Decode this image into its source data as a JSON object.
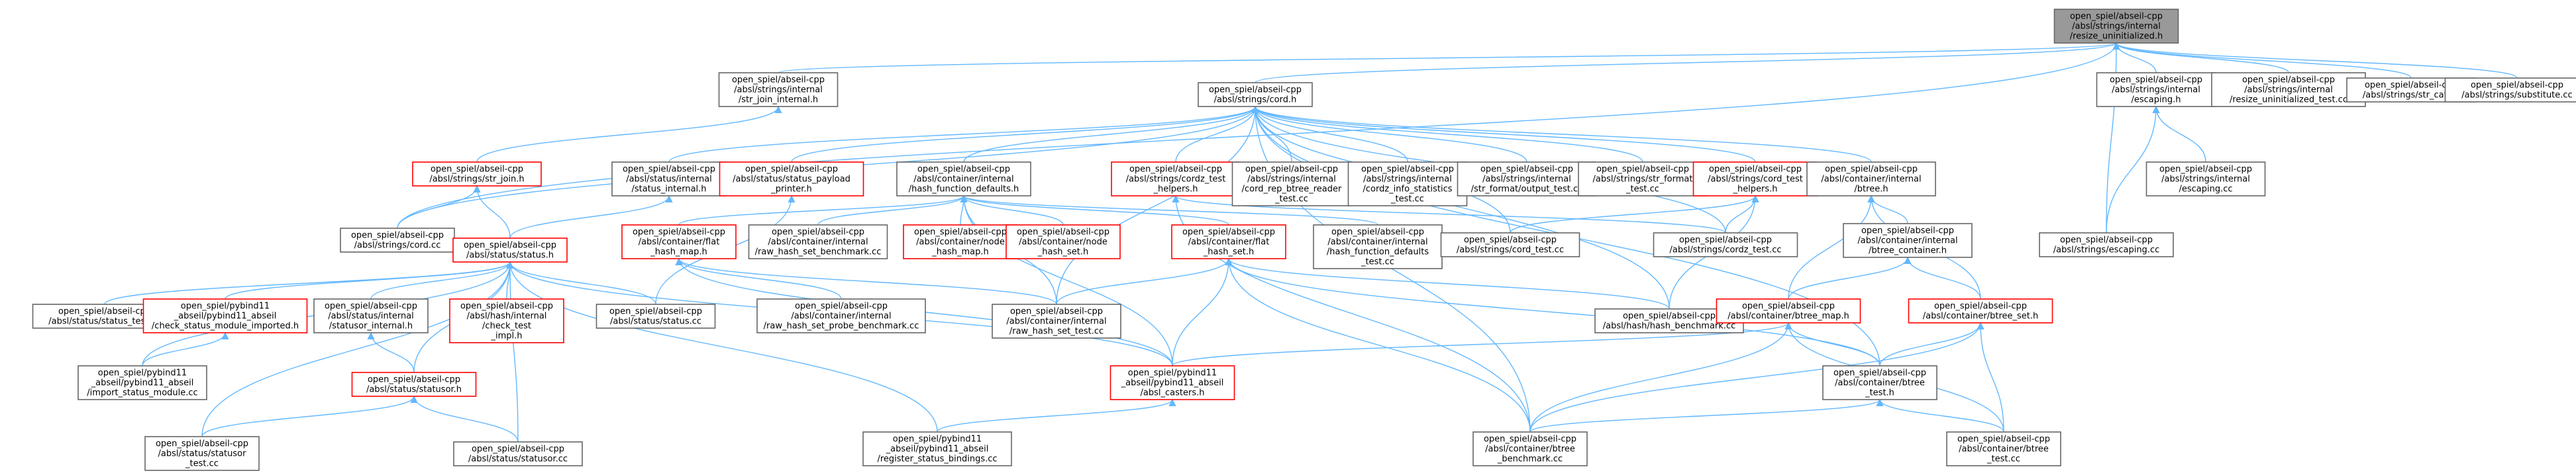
{
  "colors": {
    "edge": "#63b8ff",
    "node_border": "#666666",
    "incomplete_border": "#ff0000",
    "focus_fill": "#999999",
    "background": "#ffffff"
  },
  "nodes": [
    {
      "id": "n0",
      "lines": [
        "open_spiel/abseil-cpp",
        "/absl/strings/internal",
        "/resize_uninitialized.h"
      ],
      "style": "focus"
    },
    {
      "id": "n1",
      "lines": [
        "open_spiel/abseil-cpp",
        "/absl/strings/internal",
        "/str_join_internal.h"
      ],
      "style": "normal"
    },
    {
      "id": "n2",
      "lines": [
        "open_spiel/abseil-cpp",
        "/absl/strings/cord.h"
      ],
      "style": "normal"
    },
    {
      "id": "n3",
      "lines": [
        "open_spiel/abseil-cpp",
        "/absl/strings/internal",
        "/escaping.h"
      ],
      "style": "normal"
    },
    {
      "id": "n4",
      "lines": [
        "open_spiel/abseil-cpp",
        "/absl/strings/internal",
        "/resize_uninitialized_test.cc"
      ],
      "style": "normal"
    },
    {
      "id": "n5",
      "lines": [
        "open_spiel/abseil-cpp",
        "/absl/strings/str_cat.cc"
      ],
      "style": "normal"
    },
    {
      "id": "n6",
      "lines": [
        "open_spiel/abseil-cpp",
        "/absl/strings/substitute.cc"
      ],
      "style": "normal"
    },
    {
      "id": "n7",
      "lines": [
        "open_spiel/abseil-cpp",
        "/absl/strings/str_join.h"
      ],
      "style": "red"
    },
    {
      "id": "n8",
      "lines": [
        "open_spiel/abseil-cpp",
        "/absl/status/internal",
        "/status_internal.h"
      ],
      "style": "normal"
    },
    {
      "id": "n9",
      "lines": [
        "open_spiel/abseil-cpp",
        "/absl/status/status_payload",
        "_printer.h"
      ],
      "style": "red"
    },
    {
      "id": "n10",
      "lines": [
        "open_spiel/abseil-cpp",
        "/absl/container/internal",
        "/hash_function_defaults.h"
      ],
      "style": "normal"
    },
    {
      "id": "n11",
      "lines": [
        "open_spiel/abseil-cpp",
        "/absl/strings/cordz_test",
        "_helpers.h"
      ],
      "style": "red"
    },
    {
      "id": "n12",
      "lines": [
        "open_spiel/abseil-cpp",
        "/absl/strings/internal",
        "/cord_rep_btree_reader",
        "_test.cc"
      ],
      "style": "normal"
    },
    {
      "id": "n13",
      "lines": [
        "open_spiel/abseil-cpp",
        "/absl/strings/internal",
        "/cordz_info_statistics",
        "_test.cc"
      ],
      "style": "normal"
    },
    {
      "id": "n14",
      "lines": [
        "open_spiel/abseil-cpp",
        "/absl/strings/internal",
        "/str_format/output_test.cc"
      ],
      "style": "normal"
    },
    {
      "id": "n15",
      "lines": [
        "open_spiel/abseil-cpp",
        "/absl/strings/str_format",
        "_test.cc"
      ],
      "style": "normal"
    },
    {
      "id": "n16",
      "lines": [
        "open_spiel/abseil-cpp",
        "/absl/strings/cord_test",
        "_helpers.h"
      ],
      "style": "red"
    },
    {
      "id": "n17",
      "lines": [
        "open_spiel/abseil-cpp",
        "/absl/container/internal",
        "/btree.h"
      ],
      "style": "normal"
    },
    {
      "id": "n18",
      "lines": [
        "open_spiel/abseil-cpp",
        "/absl/strings/internal",
        "/escaping.cc"
      ],
      "style": "normal"
    },
    {
      "id": "n19",
      "lines": [
        "open_spiel/abseil-cpp",
        "/absl/strings/cord.cc"
      ],
      "style": "normal"
    },
    {
      "id": "n20",
      "lines": [
        "open_spiel/abseil-cpp",
        "/absl/status/status.h"
      ],
      "style": "red"
    },
    {
      "id": "n21",
      "lines": [
        "open_spiel/abseil-cpp",
        "/absl/container/flat",
        "_hash_map.h"
      ],
      "style": "red"
    },
    {
      "id": "n22",
      "lines": [
        "open_spiel/abseil-cpp",
        "/absl/container/internal",
        "/raw_hash_set_benchmark.cc"
      ],
      "style": "normal"
    },
    {
      "id": "n23",
      "lines": [
        "open_spiel/abseil-cpp",
        "/absl/container/node",
        "_hash_map.h"
      ],
      "style": "red"
    },
    {
      "id": "n24",
      "lines": [
        "open_spiel/abseil-cpp",
        "/absl/container/node",
        "_hash_set.h"
      ],
      "style": "red"
    },
    {
      "id": "n25",
      "lines": [
        "open_spiel/abseil-cpp",
        "/absl/container/flat",
        "_hash_set.h"
      ],
      "style": "red"
    },
    {
      "id": "n26",
      "lines": [
        "open_spiel/abseil-cpp",
        "/absl/container/internal",
        "/hash_function_defaults",
        "_test.cc"
      ],
      "style": "normal"
    },
    {
      "id": "n27",
      "lines": [
        "open_spiel/abseil-cpp",
        "/absl/strings/cord_test.cc"
      ],
      "style": "normal"
    },
    {
      "id": "n28",
      "lines": [
        "open_spiel/abseil-cpp",
        "/absl/strings/cordz_test.cc"
      ],
      "style": "normal"
    },
    {
      "id": "n29",
      "lines": [
        "open_spiel/abseil-cpp",
        "/absl/container/internal",
        "/btree_container.h"
      ],
      "style": "normal"
    },
    {
      "id": "n30",
      "lines": [
        "open_spiel/abseil-cpp",
        "/absl/strings/escaping.cc"
      ],
      "style": "normal"
    },
    {
      "id": "n31",
      "lines": [
        "open_spiel/abseil-cpp",
        "/absl/status/status_test.cc"
      ],
      "style": "normal"
    },
    {
      "id": "n32",
      "lines": [
        "open_spiel/pybind11",
        "_abseil/pybind11_abseil",
        "/check_status_module_imported.h"
      ],
      "style": "red"
    },
    {
      "id": "n33",
      "lines": [
        "open_spiel/abseil-cpp",
        "/absl/status/internal",
        "/statusor_internal.h"
      ],
      "style": "normal"
    },
    {
      "id": "n34",
      "lines": [
        "open_spiel/abseil-cpp",
        "/absl/hash/internal",
        "/check_test",
        "_impl.h"
      ],
      "style": "red"
    },
    {
      "id": "n35",
      "lines": [
        "open_spiel/abseil-cpp",
        "/absl/status/status.cc"
      ],
      "style": "normal"
    },
    {
      "id": "n36",
      "lines": [
        "open_spiel/abseil-cpp",
        "/absl/container/internal",
        "/raw_hash_set_probe_benchmark.cc"
      ],
      "style": "normal"
    },
    {
      "id": "n37",
      "lines": [
        "open_spiel/abseil-cpp",
        "/absl/container/internal",
        "/raw_hash_set_test.cc"
      ],
      "style": "normal"
    },
    {
      "id": "n38",
      "lines": [
        "open_spiel/abseil-cpp",
        "/absl/hash/hash_benchmark.cc"
      ],
      "style": "normal"
    },
    {
      "id": "n39",
      "lines": [
        "open_spiel/abseil-cpp",
        "/absl/container/btree_map.h"
      ],
      "style": "red"
    },
    {
      "id": "n40",
      "lines": [
        "open_spiel/abseil-cpp",
        "/absl/container/btree_set.h"
      ],
      "style": "red"
    },
    {
      "id": "n41",
      "lines": [
        "open_spiel/pybind11",
        "_abseil/pybind11_abseil",
        "/import_status_module.cc"
      ],
      "style": "normal"
    },
    {
      "id": "n42",
      "lines": [
        "open_spiel/abseil-cpp",
        "/absl/status/statusor.h"
      ],
      "style": "red"
    },
    {
      "id": "n43",
      "lines": [
        "open_spiel/pybind11",
        "_abseil/pybind11_abseil",
        "/absl_casters.h"
      ],
      "style": "red"
    },
    {
      "id": "n44",
      "lines": [
        "open_spiel/abseil-cpp",
        "/absl/container/btree",
        "_test.h"
      ],
      "style": "normal"
    },
    {
      "id": "n45",
      "lines": [
        "open_spiel/abseil-cpp",
        "/absl/status/statusor",
        "_test.cc"
      ],
      "style": "normal"
    },
    {
      "id": "n46",
      "lines": [
        "open_spiel/abseil-cpp",
        "/absl/status/statusor.cc"
      ],
      "style": "normal"
    },
    {
      "id": "n47",
      "lines": [
        "open_spiel/pybind11",
        "_abseil/pybind11_abseil",
        "/register_status_bindings.cc"
      ],
      "style": "normal"
    },
    {
      "id": "n48",
      "lines": [
        "open_spiel/abseil-cpp",
        "/absl/container/btree",
        "_benchmark.cc"
      ],
      "style": "normal"
    },
    {
      "id": "n49",
      "lines": [
        "open_spiel/abseil-cpp",
        "/absl/container/btree",
        "_test.cc"
      ],
      "style": "normal"
    }
  ],
  "edges": [
    [
      "n0",
      "n1"
    ],
    [
      "n0",
      "n2"
    ],
    [
      "n0",
      "n3"
    ],
    [
      "n0",
      "n4"
    ],
    [
      "n0",
      "n5"
    ],
    [
      "n0",
      "n6"
    ],
    [
      "n0",
      "n19"
    ],
    [
      "n0",
      "n30"
    ],
    [
      "n1",
      "n7"
    ],
    [
      "n2",
      "n8"
    ],
    [
      "n2",
      "n9"
    ],
    [
      "n2",
      "n10"
    ],
    [
      "n2",
      "n11"
    ],
    [
      "n2",
      "n12"
    ],
    [
      "n2",
      "n13"
    ],
    [
      "n2",
      "n14"
    ],
    [
      "n2",
      "n15"
    ],
    [
      "n2",
      "n16"
    ],
    [
      "n2",
      "n17"
    ],
    [
      "n2",
      "n19"
    ],
    [
      "n2",
      "n27"
    ],
    [
      "n2",
      "n28"
    ],
    [
      "n2",
      "n38"
    ],
    [
      "n2",
      "n37"
    ],
    [
      "n2",
      "n48"
    ],
    [
      "n2",
      "n44"
    ],
    [
      "n3",
      "n18"
    ],
    [
      "n3",
      "n30"
    ],
    [
      "n7",
      "n19"
    ],
    [
      "n7",
      "n20"
    ],
    [
      "n8",
      "n20"
    ],
    [
      "n9",
      "n35"
    ],
    [
      "n10",
      "n21"
    ],
    [
      "n10",
      "n22"
    ],
    [
      "n10",
      "n23"
    ],
    [
      "n10",
      "n24"
    ],
    [
      "n10",
      "n25"
    ],
    [
      "n10",
      "n26"
    ],
    [
      "n10",
      "n37"
    ],
    [
      "n10",
      "n43"
    ],
    [
      "n11",
      "n28"
    ],
    [
      "n11",
      "n48"
    ],
    [
      "n16",
      "n27"
    ],
    [
      "n16",
      "n28"
    ],
    [
      "n16",
      "n38"
    ],
    [
      "n17",
      "n29"
    ],
    [
      "n17",
      "n39"
    ],
    [
      "n17",
      "n40"
    ],
    [
      "n20",
      "n31"
    ],
    [
      "n20",
      "n32"
    ],
    [
      "n20",
      "n33"
    ],
    [
      "n20",
      "n34"
    ],
    [
      "n20",
      "n35"
    ],
    [
      "n20",
      "n41"
    ],
    [
      "n20",
      "n42"
    ],
    [
      "n20",
      "n43"
    ],
    [
      "n20",
      "n45"
    ],
    [
      "n20",
      "n46"
    ],
    [
      "n20",
      "n47"
    ],
    [
      "n21",
      "n36"
    ],
    [
      "n21",
      "n37"
    ],
    [
      "n21",
      "n43"
    ],
    [
      "n25",
      "n37"
    ],
    [
      "n25",
      "n38"
    ],
    [
      "n25",
      "n43"
    ],
    [
      "n25",
      "n44"
    ],
    [
      "n25",
      "n48"
    ],
    [
      "n29",
      "n39"
    ],
    [
      "n29",
      "n40"
    ],
    [
      "n32",
      "n41"
    ],
    [
      "n33",
      "n42"
    ],
    [
      "n39",
      "n43"
    ],
    [
      "n39",
      "n44"
    ],
    [
      "n39",
      "n48"
    ],
    [
      "n39",
      "n49"
    ],
    [
      "n40",
      "n44"
    ],
    [
      "n40",
      "n48"
    ],
    [
      "n40",
      "n49"
    ],
    [
      "n42",
      "n45"
    ],
    [
      "n42",
      "n46"
    ],
    [
      "n43",
      "n47"
    ],
    [
      "n44",
      "n48"
    ],
    [
      "n44",
      "n49"
    ]
  ]
}
